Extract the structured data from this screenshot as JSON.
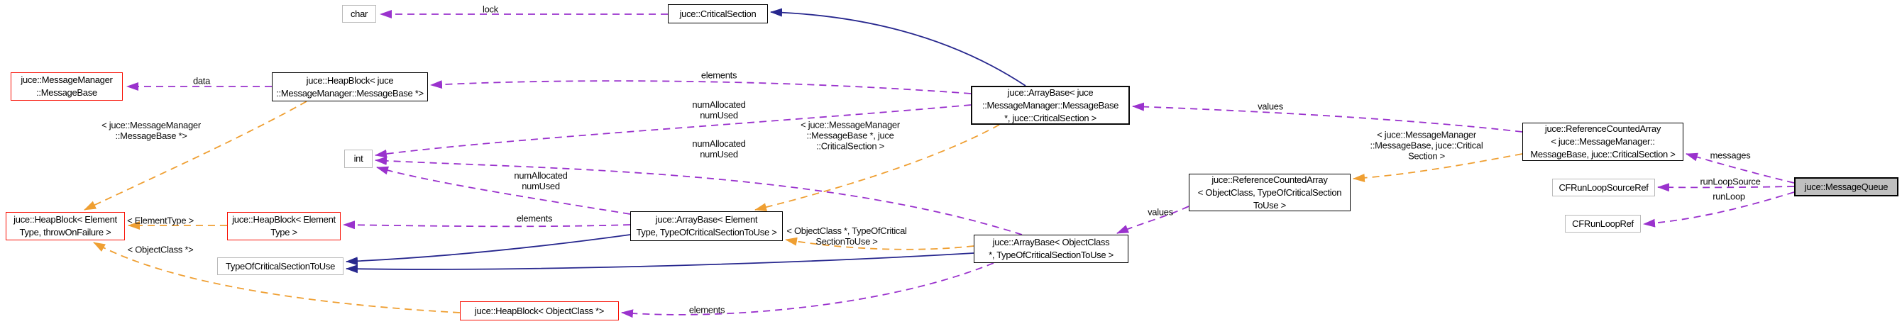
{
  "diagram": {
    "kind": "collaboration-graph",
    "main_class": "juce::MessageQueue",
    "colors": {
      "usage_edge": "#9a32cd",
      "template_edge": "#ef9f32",
      "inheritance_edge": "#27278e",
      "node_border_documented": "#000000",
      "node_border_undocumented": "#f81004",
      "node_border_plain_type": "#b9b9b9",
      "main_node_fill": "#bfbfbf",
      "background": "#ffffff"
    },
    "nodes": [
      {
        "id": "char",
        "text": "char"
      },
      {
        "id": "critical_section",
        "text": "juce::CriticalSection"
      },
      {
        "id": "message_base",
        "text": "juce::MessageManager\n::MessageBase"
      },
      {
        "id": "heapblock_messagebase",
        "text": "juce::HeapBlock< juce\n::MessageManager::MessageBase *>"
      },
      {
        "id": "int",
        "text": "int"
      },
      {
        "id": "arraybase_messagebase",
        "text": "juce::ArrayBase< juce\n::MessageManager::MessageBase\n*, juce::CriticalSection >"
      },
      {
        "id": "heapblock_elementtype_throwonfailure",
        "text": "juce::HeapBlock< Element\nType, throwOnFailure >"
      },
      {
        "id": "heapblock_elementtype",
        "text": "juce::HeapBlock< Element\nType >"
      },
      {
        "id": "typeofcriticalsectiontouse",
        "text": "TypeOfCriticalSectionToUse"
      },
      {
        "id": "arraybase_elementtype",
        "text": "juce::ArrayBase< Element\nType, TypeOfCriticalSectionToUse >"
      },
      {
        "id": "arraybase_objectclass",
        "text": "juce::ArrayBase< ObjectClass\n*, TypeOfCriticalSectionToUse >"
      },
      {
        "id": "heapblock_objectclass",
        "text": "juce::HeapBlock< ObjectClass *>"
      },
      {
        "id": "refcountedarray_objectclass",
        "text": "juce::ReferenceCountedArray\n< ObjectClass, TypeOfCriticalSection\nToUse >"
      },
      {
        "id": "refcountedarray_messagebase",
        "text": "juce::ReferenceCountedArray\n< juce::MessageManager::\nMessageBase, juce::CriticalSection >"
      },
      {
        "id": "cfrunloopsourceref",
        "text": "CFRunLoopSourceRef"
      },
      {
        "id": "cfrunloopref",
        "text": "CFRunLoopRef"
      },
      {
        "id": "messagequeue",
        "text": "juce::MessageQueue"
      }
    ],
    "edge_labels": [
      {
        "id": "lock",
        "text": "lock"
      },
      {
        "id": "data",
        "text": "data"
      },
      {
        "id": "elements_messagebase",
        "text": "elements"
      },
      {
        "id": "num_messagebase",
        "text": "numAllocated\nnumUsed"
      },
      {
        "id": "num_objectclass",
        "text": "numAllocated\nnumUsed"
      },
      {
        "id": "num_elementtype",
        "text": "numAllocated\nnumUsed"
      },
      {
        "id": "elements_elementtype",
        "text": "elements"
      },
      {
        "id": "elements_objectclass",
        "text": "elements"
      },
      {
        "id": "tmpl_messagebase_ptr",
        "text": "< juce::MessageManager\n::MessageBase *>"
      },
      {
        "id": "tmpl_elementtype",
        "text": "< ElementType >"
      },
      {
        "id": "tmpl_objectclass_ptr",
        "text": "< ObjectClass *>"
      },
      {
        "id": "tmpl_messagebase_cs",
        "text": "< juce::MessageManager\n::MessageBase *, juce\n::CriticalSection >"
      },
      {
        "id": "tmpl_objectclass_tocstu",
        "text": "< ObjectClass *, TypeOfCritical\nSectionToUse >"
      },
      {
        "id": "tmpl_messagebase_cs2",
        "text": "< juce::MessageManager\n::MessageBase, juce::Critical\nSection >"
      },
      {
        "id": "values_messagebase",
        "text": "values"
      },
      {
        "id": "values_objectclass",
        "text": "values"
      },
      {
        "id": "messages",
        "text": "messages"
      },
      {
        "id": "runloopsource",
        "text": "runLoopSource"
      },
      {
        "id": "runloop",
        "text": "runLoop"
      }
    ]
  }
}
